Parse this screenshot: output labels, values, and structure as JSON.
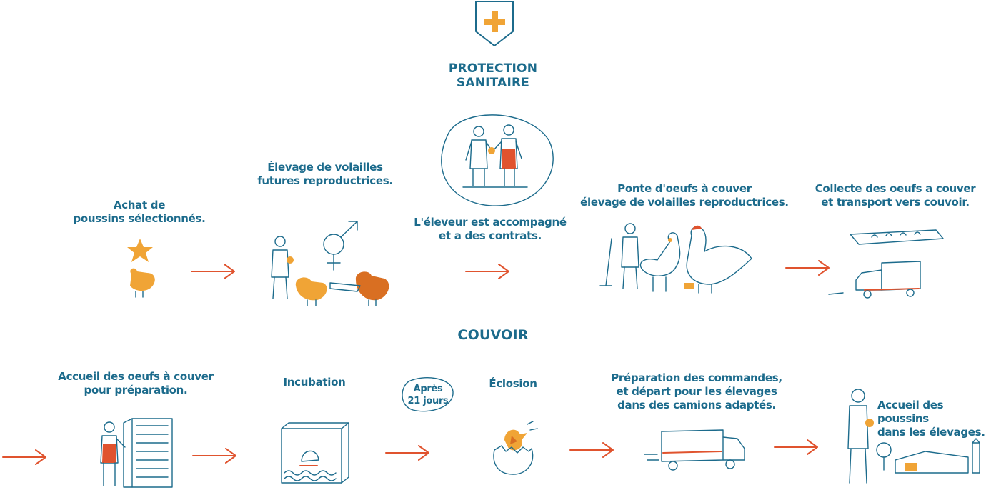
{
  "colors": {
    "text": "#1c6b8c",
    "arrow": "#e0532e",
    "accent": "#f0a436",
    "accent_dark": "#d96f22"
  },
  "header": {
    "icon": "shield-plus-icon",
    "title": "PROTECTION\nSANITAIRE"
  },
  "center_caption": "L'éleveur est accompagné\net a des contrats.",
  "section_couvoir": "COUVOIR",
  "top_row": [
    {
      "label": "Achat de\npoussins sélectionnés.",
      "icon": "chick-icon"
    },
    {
      "label": "Élevage de volailles\nfutures reproductrices.",
      "icon": "breeding-icon"
    },
    {
      "label": "Ponte d'oeufs à couver\nélevage de volailles reproductrices.",
      "icon": "laying-icon"
    },
    {
      "label": "Collecte des oeufs a couver\net transport vers couvoir.",
      "icon": "truck-icon"
    }
  ],
  "bottom_row": [
    {
      "label": "Accueil des oeufs à couver\npour préparation.",
      "icon": "egg-rack-icon"
    },
    {
      "label": "Incubation",
      "icon": "incubator-icon"
    },
    {
      "label": "Éclosion",
      "icon": "hatching-egg-icon"
    },
    {
      "label": "Préparation des commandes,\net départ pour les élevages\ndans des camions adaptés.",
      "icon": "delivery-truck-icon"
    },
    {
      "label": "Accueil des poussins\ndans les élevages.",
      "icon": "farm-icon"
    }
  ],
  "badge": "Après\n21 jours"
}
